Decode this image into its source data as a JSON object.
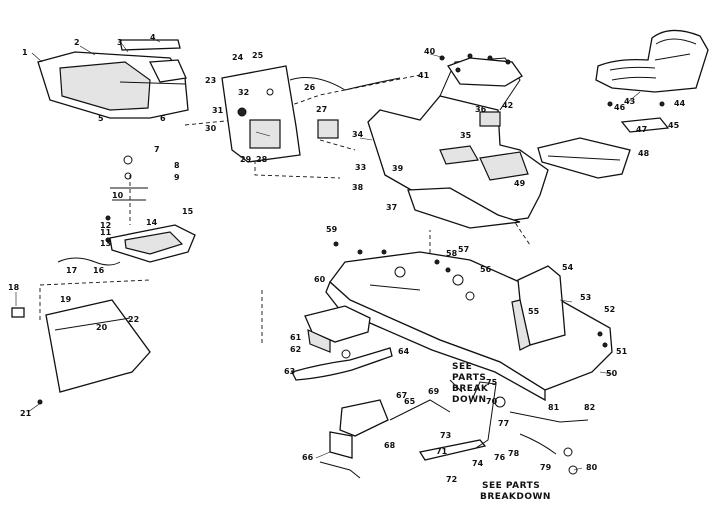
{
  "diagram": {
    "notes": {
      "parts_break_down_top": [
        "SEE",
        "PARTS",
        "BREAK",
        "DOWN"
      ],
      "parts_breakdown_bottom": [
        "SEE PARTS",
        "BREAKDOWN"
      ]
    },
    "callouts": {
      "c1": "1",
      "c2": "2",
      "c3": "3",
      "c4": "4",
      "c5": "5",
      "c6": "6",
      "c7": "7",
      "c8": "8",
      "c9": "9",
      "c10": "10",
      "c11": "11",
      "c12": "12",
      "c13": "13",
      "c14": "14",
      "c15": "15",
      "c16": "16",
      "c17": "17",
      "c18": "18",
      "c19": "19",
      "c20": "20",
      "c21": "21",
      "c22": "22",
      "c23": "23",
      "c24": "24",
      "c25": "25",
      "c26": "26",
      "c27": "27",
      "c28": "28",
      "c29": "29",
      "c30": "30",
      "c31": "31",
      "c32": "32",
      "c33": "33",
      "c34": "34",
      "c35": "35",
      "c36": "36",
      "c37": "37",
      "c38": "38",
      "c39": "39",
      "c40": "40",
      "c41": "41",
      "c42": "42",
      "c43": "43",
      "c44": "44",
      "c45": "45",
      "c46": "46",
      "c47": "47",
      "c48": "48",
      "c49": "49",
      "c50": "50",
      "c51": "51",
      "c52": "52",
      "c53": "53",
      "c54": "54",
      "c55": "55",
      "c56": "56",
      "c57": "57",
      "c58": "58",
      "c59": "59",
      "c60": "60",
      "c61": "61",
      "c62": "62",
      "c63": "63",
      "c64": "64",
      "c65": "65",
      "c66": "66",
      "c67": "67",
      "c68": "68",
      "c69": "69",
      "c70": "70",
      "c71": "71",
      "c72": "72",
      "c73": "73",
      "c74": "74",
      "c75": "75",
      "c76": "76",
      "c77": "77",
      "c78": "78",
      "c79": "79",
      "c80": "80",
      "c81": "81",
      "c82": "82"
    }
  }
}
